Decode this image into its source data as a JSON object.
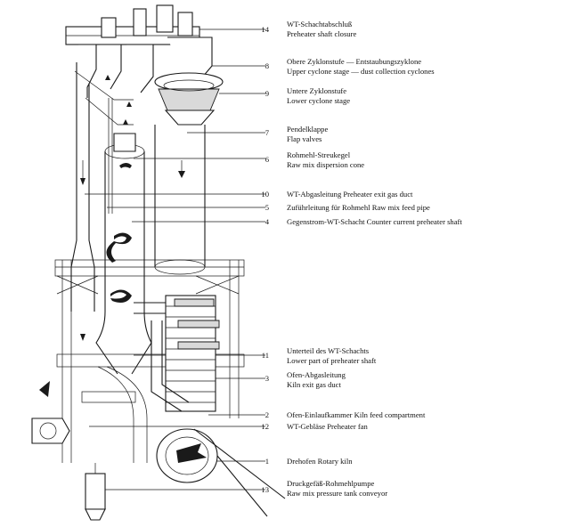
{
  "callouts": [
    {
      "num": "14",
      "de": "WT-Schachtabschluß",
      "en": "Preheater shaft closure"
    },
    {
      "num": "8",
      "de": "Obere Zyklonstufe — Entstaubungszyklone",
      "en": "Upper cyclone stage — dust collection cyclones"
    },
    {
      "num": "9",
      "de": "Untere Zyklonstufe",
      "en": "Lower cyclone stage"
    },
    {
      "num": "7",
      "de": "Pendelklappe",
      "en": "Flap valves"
    },
    {
      "num": "6",
      "de": "Rohmehl-Streukegel",
      "en": "Raw mix dispersion cone"
    },
    {
      "num": "10",
      "line": "WT-Abgasleitung   Preheater exit gas duct"
    },
    {
      "num": "5",
      "line": "Zuführleitung für Rohmehl   Raw mix feed pipe"
    },
    {
      "num": "4",
      "line": "Gegenstrom-WT-Schacht   Counter current preheater shaft"
    },
    {
      "num": "11",
      "de": "Unterteil des WT-Schachts",
      "en": "Lower part of preheater shaft"
    },
    {
      "num": "3",
      "de": "Ofen-Abgasleitung",
      "en": "Kiln exit gas duct"
    },
    {
      "num": "2",
      "line": "Ofen-Einlaufkammer   Kiln feed compartment"
    },
    {
      "num": "12",
      "line": "WT-Gebläse   Preheater fan"
    },
    {
      "num": "1",
      "line": "Drehofen   Rotary kiln"
    },
    {
      "num": "13",
      "de": "Druckgefäß-Rohmehlpumpe",
      "en": "Raw mix pressure tank conveyor"
    }
  ]
}
